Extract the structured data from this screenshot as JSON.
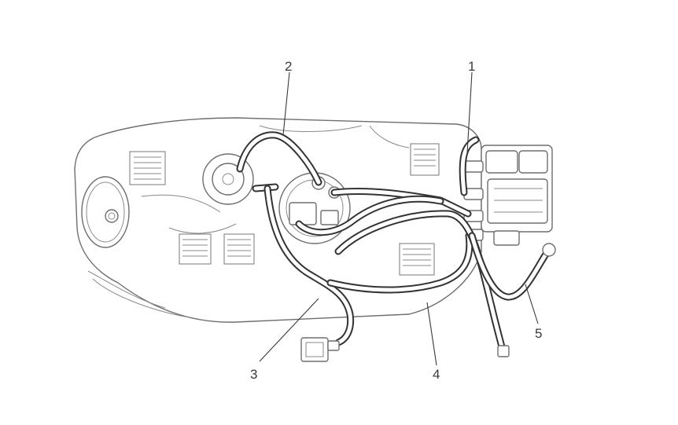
{
  "diagram": {
    "callouts": [
      {
        "id": "1",
        "label": "1"
      },
      {
        "id": "2",
        "label": "2"
      },
      {
        "id": "3",
        "label": "3"
      },
      {
        "id": "4",
        "label": "4"
      },
      {
        "id": "5",
        "label": "5"
      }
    ]
  },
  "colors": {
    "line": "#333333",
    "outline": "#6e6e6e",
    "background": "#ffffff"
  }
}
